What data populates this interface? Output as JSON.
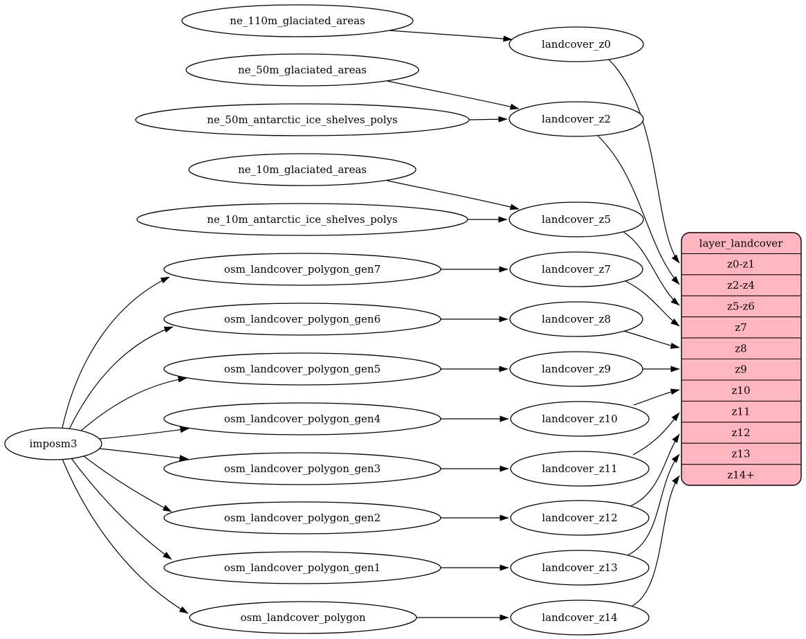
{
  "diagram": {
    "type": "dependency-graph",
    "root": "imposm3",
    "sources": [
      "ne_110m_glaciated_areas",
      "ne_50m_glaciated_areas",
      "ne_50m_antarctic_ice_shelves_polys",
      "ne_10m_glaciated_areas",
      "ne_10m_antarctic_ice_shelves_polys",
      "osm_landcover_polygon_gen7",
      "osm_landcover_polygon_gen6",
      "osm_landcover_polygon_gen5",
      "osm_landcover_polygon_gen4",
      "osm_landcover_polygon_gen3",
      "osm_landcover_polygon_gen2",
      "osm_landcover_polygon_gen1",
      "osm_landcover_polygon"
    ],
    "generalized": [
      "landcover_z0",
      "landcover_z2",
      "landcover_z5",
      "landcover_z7",
      "landcover_z8",
      "landcover_z9",
      "landcover_z10",
      "landcover_z11",
      "landcover_z12",
      "landcover_z13",
      "landcover_z14"
    ],
    "table": {
      "title": "layer_landcover",
      "rows": [
        "z0-z1",
        "z2-z4",
        "z5-z6",
        "z7",
        "z8",
        "z9",
        "z10",
        "z11",
        "z12",
        "z13",
        "z14+"
      ]
    },
    "edges": [
      [
        "imposm3",
        "osm_landcover_polygon_gen7"
      ],
      [
        "imposm3",
        "osm_landcover_polygon_gen6"
      ],
      [
        "imposm3",
        "osm_landcover_polygon_gen5"
      ],
      [
        "imposm3",
        "osm_landcover_polygon_gen4"
      ],
      [
        "imposm3",
        "osm_landcover_polygon_gen3"
      ],
      [
        "imposm3",
        "osm_landcover_polygon_gen2"
      ],
      [
        "imposm3",
        "osm_landcover_polygon_gen1"
      ],
      [
        "imposm3",
        "osm_landcover_polygon"
      ],
      [
        "ne_110m_glaciated_areas",
        "landcover_z0"
      ],
      [
        "ne_50m_glaciated_areas",
        "landcover_z2"
      ],
      [
        "ne_50m_antarctic_ice_shelves_polys",
        "landcover_z2"
      ],
      [
        "ne_10m_glaciated_areas",
        "landcover_z5"
      ],
      [
        "ne_10m_antarctic_ice_shelves_polys",
        "landcover_z5"
      ],
      [
        "osm_landcover_polygon_gen7",
        "landcover_z7"
      ],
      [
        "osm_landcover_polygon_gen6",
        "landcover_z8"
      ],
      [
        "osm_landcover_polygon_gen5",
        "landcover_z9"
      ],
      [
        "osm_landcover_polygon_gen4",
        "landcover_z10"
      ],
      [
        "osm_landcover_polygon_gen3",
        "landcover_z11"
      ],
      [
        "osm_landcover_polygon_gen2",
        "landcover_z12"
      ],
      [
        "osm_landcover_polygon_gen1",
        "landcover_z13"
      ],
      [
        "osm_landcover_polygon",
        "landcover_z14"
      ],
      [
        "landcover_z0",
        "layer_landcover.z0-z1"
      ],
      [
        "landcover_z2",
        "layer_landcover.z2-z4"
      ],
      [
        "landcover_z5",
        "layer_landcover.z5-z6"
      ],
      [
        "landcover_z7",
        "layer_landcover.z7"
      ],
      [
        "landcover_z8",
        "layer_landcover.z8"
      ],
      [
        "landcover_z9",
        "layer_landcover.z9"
      ],
      [
        "landcover_z10",
        "layer_landcover.z10"
      ],
      [
        "landcover_z11",
        "layer_landcover.z11"
      ],
      [
        "landcover_z12",
        "layer_landcover.z12"
      ],
      [
        "landcover_z13",
        "layer_landcover.z13"
      ],
      [
        "landcover_z14",
        "layer_landcover.z14+"
      ]
    ],
    "colors": {
      "background": "#ffffff",
      "node_fill": "#ffffff",
      "stroke": "#000000",
      "table_fill": "#ffb6c1"
    }
  }
}
